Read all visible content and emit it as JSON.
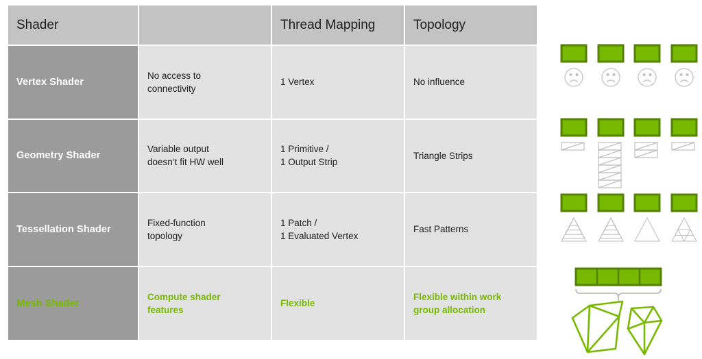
{
  "table": {
    "headers": [
      {
        "label": "Shader",
        "align": "center"
      },
      {
        "label": "",
        "align": "left"
      },
      {
        "label": "Thread Mapping",
        "align": "left"
      },
      {
        "label": "Topology",
        "align": "left"
      }
    ],
    "rows": [
      {
        "shader": "Vertex Shader",
        "limitation": "No access to\nconnectivity",
        "thread_mapping": "1 Vertex",
        "topology": "No influence",
        "highlight": false
      },
      {
        "shader": "Geometry Shader",
        "limitation": "Variable output\ndoesn‘t fit HW well",
        "thread_mapping": "1 Primitive /\n1 Output Strip",
        "topology": "Triangle Strips",
        "highlight": false
      },
      {
        "shader": "Tessellation Shader",
        "limitation": "Fixed-function\ntopology",
        "thread_mapping": "1 Patch /\n1 Evaluated Vertex",
        "topology": "Fast Patterns",
        "highlight": false
      },
      {
        "shader": "Mesh Shader",
        "limitation": "Compute shader\nfeatures",
        "thread_mapping": "Flexible",
        "topology": "Flexible within work\ngroup allocation",
        "highlight": true
      }
    ]
  },
  "diagram": {
    "rows": [
      {
        "name": "vertex-shader-illustration",
        "thread_blocks": 4,
        "glyph": "sad-face",
        "glyph_count": 4
      },
      {
        "name": "geometry-shader-illustration",
        "thread_blocks": 4,
        "glyph": "triangle-strip",
        "strip_lengths": [
          1,
          7,
          2,
          1
        ]
      },
      {
        "name": "tessellation-shader-illustration",
        "thread_blocks": 4,
        "glyph": "tessellated-triangle",
        "tessellation_levels": [
          6,
          5,
          1,
          2
        ]
      },
      {
        "name": "mesh-shader-illustration",
        "thread_blocks": 4,
        "thread_block_style": "single-bar-four-segments",
        "glyph": "meshlets",
        "meshlet_count": 2,
        "bracket": "curly-brace"
      }
    ]
  },
  "colors": {
    "brand_green": "#76b900",
    "green_border": "#558100",
    "header_gray": "#c3c3c3",
    "row_label_gray": "#9b9b9b",
    "cell_gray": "#e2e2e2",
    "outline_gray": "#b4b4b4",
    "text_dark": "#1c1c1c",
    "text_light": "#ffffff"
  }
}
